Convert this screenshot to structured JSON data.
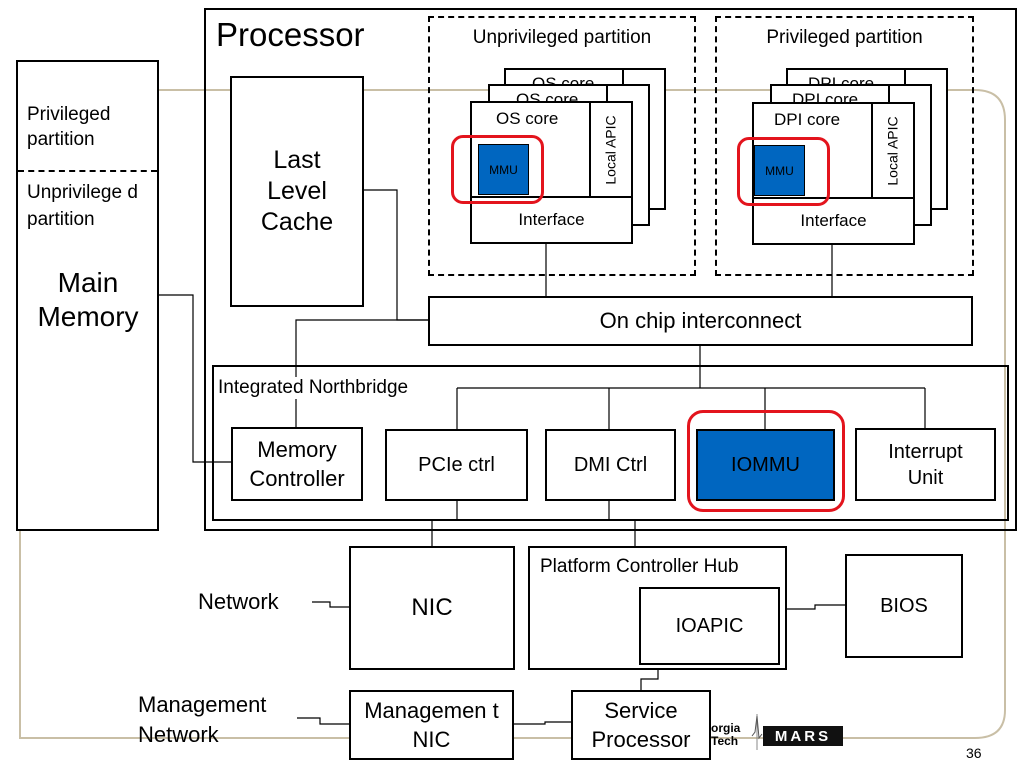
{
  "main_memory": {
    "privileged": "Privileged partition",
    "unprivileged": "Unprivilege d partition",
    "title": "Main Memory"
  },
  "processor": {
    "title": "Processor",
    "llc": "Last Level Cache",
    "interconnect": "On chip interconnect",
    "unpriv_partition": {
      "title": "Unprivileged partition",
      "back_core_label_1": "OS core",
      "back_core_label_2": "OS core",
      "core": "OS core",
      "mmu": "MMU",
      "apic": "Local APIC",
      "interface": "Interface"
    },
    "priv_partition": {
      "title": "Privileged partition",
      "back_core_label_1": "DPI core",
      "back_core_label_2": "DPI core",
      "core": "DPI core",
      "mmu": "MMU",
      "apic": "Local APIC",
      "interface": "Interface"
    },
    "northbridge": {
      "title": "Integrated Northbridge",
      "memory_controller": "Memory Controller",
      "pcie": "PCIe ctrl",
      "dmi": "DMI Ctrl",
      "iommu": "IOMMU",
      "interrupt": "Interrupt Unit"
    }
  },
  "external": {
    "network_label": "Network",
    "nic": "NIC",
    "pch_title": "Platform Controller Hub",
    "ioapic": "IOAPIC",
    "bios": "BIOS",
    "management_network_label": "Management Network",
    "management_nic": "Managemen t NIC",
    "service_processor": "Service Processor"
  },
  "footer": {
    "logo_text_1": "orgia",
    "logo_text_2": "Tech",
    "logo_mark": "MARS",
    "page_number": "36"
  },
  "colors": {
    "highlight_blue": "#0066c0",
    "highlight_red": "#e3141d",
    "slide_frame": "#c9bfa6"
  }
}
